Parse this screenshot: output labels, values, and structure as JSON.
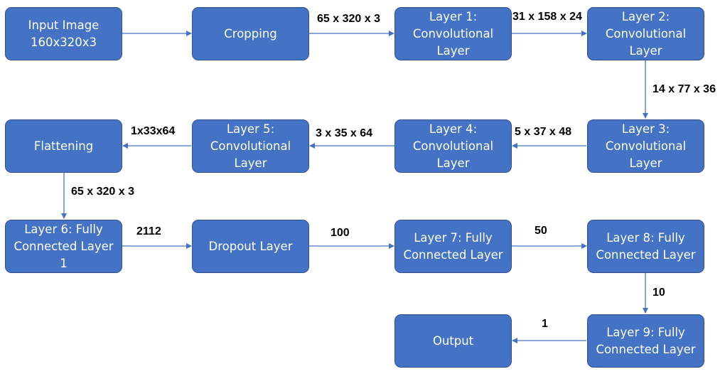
{
  "nodes": {
    "input_image": "Input Image\n160x320x3",
    "cropping": "Cropping",
    "layer1": "Layer 1:\nConvolutional\nLayer",
    "layer2": "Layer 2:\nConvolutional\nLayer",
    "flattening": "Flattening",
    "layer5": "Layer 5:\nConvolutional\nLayer",
    "layer4": "Layer 4:\nConvolutional\nLayer",
    "layer3": "Layer 3:\nConvolutional\nLayer",
    "layer6": "Layer 6: Fully\nConnected Layer\n1",
    "dropout": "Dropout Layer",
    "layer7": "Layer 7: Fully\nConnected Layer",
    "layer8": "Layer 8: Fully\nConnected Layer",
    "output": "Output",
    "layer9": "Layer 9: Fully\nConnected Layer"
  },
  "edge_labels": {
    "cropping_to_layer1": "65 x 320 x 3",
    "layer1_to_layer2": "31 x 158 x 24",
    "layer2_to_layer3": "14 x 77 x 36",
    "layer3_to_layer4": "5 x 37 x 48",
    "layer4_to_layer5": "3 x 35 x 64",
    "layer5_to_flattening": "1x33x64",
    "flattening_to_layer6": "65 x 320 x 3",
    "layer6_to_dropout": "2112",
    "dropout_to_layer7": "100",
    "layer7_to_layer8": "50",
    "layer8_to_layer9": "10",
    "layer9_to_output": "1"
  },
  "colors": {
    "node_fill": "#4472c4",
    "node_border": "#2f528f",
    "arrow": "#4472c4"
  }
}
